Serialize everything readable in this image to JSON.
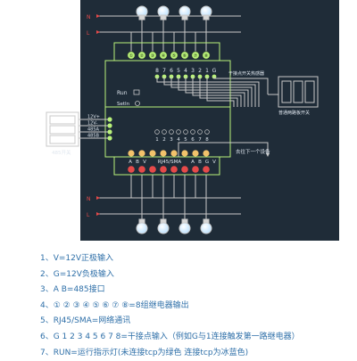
{
  "diagram": {
    "background": "#1f2c38",
    "wire_color": "#c8c8c8",
    "accent_green": "#b9f27a",
    "accent_red": "#e64a4a",
    "line_labels": {
      "n": "N",
      "l": "L"
    },
    "top_terminal_numbers": [
      "①",
      "②",
      "③",
      "④",
      "⑤",
      "⑥",
      "⑦",
      "⑧"
    ],
    "mid_terminal_numbers": [
      "1",
      "2",
      "3",
      "4",
      "5",
      "6",
      "7",
      "8"
    ],
    "input_terminal_labels": [
      "8",
      "7",
      "6",
      "5",
      "4",
      "3",
      "2",
      "1",
      "G"
    ],
    "bottom_terminal_labels": [
      "A",
      "B",
      "V",
      "RJ45/SMA",
      "A",
      "B",
      "G",
      "V"
    ],
    "run_label": "Run",
    "setin_label": "SetIn",
    "left_terminal_labels": [
      "12V+",
      "12V-",
      "485A",
      "485B"
    ],
    "dry_contact_label": "干接点开关热感器",
    "normal_switch_label": "普通两路板开关",
    "switch_485_label": "485开关",
    "next_device_label": "去往下一个设备"
  },
  "notes": [
    "1、V=12V正极输入",
    "2、G=12V负极输入",
    "3、A B=485接口",
    "4、① ② ③ ④ ⑤ ⑥ ⑦ ⑧=8组继电器输出",
    "5、RJ45/SMA=网络通讯",
    "6、G 1 2 3 4 5 6 7 8=干接点输入（例如G与1连接触发第一路继电器）",
    "7、RUN=运行指示灯(未连接tcp为绿色 连接tcp为冰蓝色)"
  ]
}
